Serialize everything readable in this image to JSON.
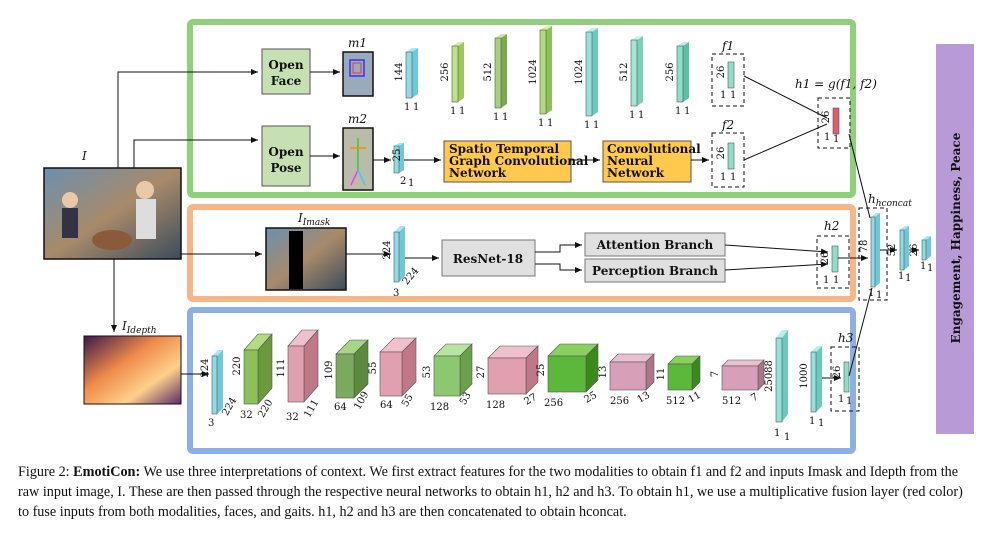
{
  "caption": {
    "figure": "Figure 2:",
    "title": "EmotiCon:",
    "text": "We use three interpretations of context. We first extract features for the two modalities to obtain f1 and f2 and inputs Imask and Idepth from the raw input image, I. These are then passed through the respective neural networks to obtain h1, h2 and h3. To obtain h1, we use a multiplicative fusion layer (red color) to fuse inputs from both modalities, faces, and gaits. h1, h2 and h3 are then concatenated to obtain hconcat."
  },
  "labels": {
    "I": "I",
    "I_mask": "Imask",
    "I_depth": "Idepth",
    "m1": "m1",
    "m2": "m2",
    "f1": "f1",
    "f2": "f2",
    "h1_eq": "h1 = g(f1, f2)",
    "h2": "h2",
    "h3": "h3",
    "h_concat": "hconcat",
    "output": "Engagement, Happiness, Peace"
  },
  "boxes": {
    "open_face": [
      "Open",
      "Face"
    ],
    "open_pose": [
      "Open",
      "Pose"
    ],
    "stgcn": [
      "Spatio Temporal",
      "Graph Convolutional",
      "Network"
    ],
    "cnn": [
      "Convolutional",
      "Neural",
      "Network"
    ],
    "resnet": "ResNet-18",
    "attention": "Attention Branch",
    "perception": "Perception Branch"
  },
  "dims": {
    "face_fc": [
      "144",
      "256",
      "512",
      "1024",
      "1024",
      "512",
      "256",
      "26"
    ],
    "pose_in": "25",
    "pose_in_b": "2",
    "pose_in_c": "1",
    "ones": "1",
    "mask_in": [
      "224",
      "224",
      "3"
    ],
    "concat": "78",
    "after_concat": [
      "52",
      "26"
    ],
    "depth_in": [
      "224",
      "224",
      "3"
    ],
    "depth_blocks": [
      {
        "h": "220",
        "w": "220",
        "d": "32"
      },
      {
        "h": "111",
        "w": "111",
        "d": "32"
      },
      {
        "h": "109",
        "w": "109",
        "d": "64"
      },
      {
        "h": "55",
        "w": "55",
        "d": "64"
      },
      {
        "h": "53",
        "w": "53",
        "d": "128"
      },
      {
        "h": "27",
        "w": "27",
        "d": "128"
      },
      {
        "h": "25",
        "w": "25",
        "d": "256"
      },
      {
        "h": "13",
        "w": "13",
        "d": "256"
      },
      {
        "h": "11",
        "w": "11",
        "d": "512"
      },
      {
        "h": "7",
        "w": "7",
        "d": "512"
      }
    ],
    "depth_fc": [
      "25088",
      "1000",
      "26"
    ]
  }
}
